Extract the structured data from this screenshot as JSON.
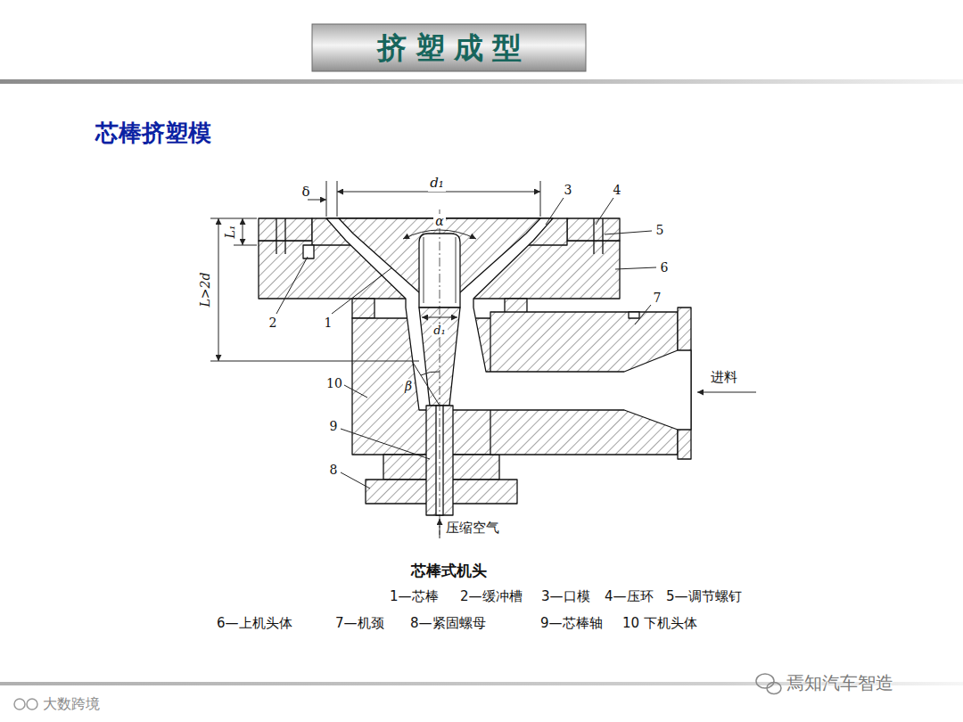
{
  "diagram": {
    "title": "挤塑成型",
    "caption": "芯棒式机头",
    "labels": [
      "芯棒挤塑模",
      "δ",
      "d₁",
      "3",
      "4",
      "5",
      "6",
      "L₁",
      "L>2d",
      "α",
      "2",
      "1",
      "7",
      "d₁",
      "进料",
      "10",
      "β",
      "9",
      "8",
      "压缩空气",
      "1—芯棒",
      "2—缓冲槽",
      "3—口模",
      "4—压环",
      "5—调节螺钉",
      "6—上机头体",
      "7—机颈",
      "8—紧固螺母",
      "9—芯棒轴",
      "10 下机头体",
      "焉知汽车智造",
      "大数跨境"
    ]
  }
}
